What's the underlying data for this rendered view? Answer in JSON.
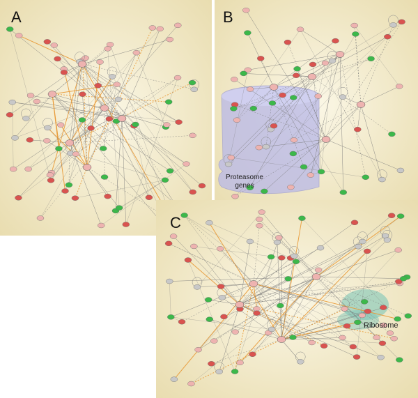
{
  "panels": [
    {
      "label": "A",
      "annotations": []
    },
    {
      "label": "B",
      "annotations": [
        "Proteasome",
        "genes"
      ]
    },
    {
      "label": "C",
      "annotations": [
        "Ribosome"
      ]
    }
  ],
  "colors": {
    "panel_bg_edge": "#e9ddb0",
    "panel_bg_center": "#fbf7e6",
    "node_red": "#d9534f",
    "node_pink": "#eeb3b0",
    "node_green": "#3cb84a",
    "node_grey": "#c8c8c8",
    "edge_grey": "#777777",
    "edge_orange": "#e8952e",
    "proteasome_fill": "#b8b8e8",
    "ribosome_fill": "#7fc6b8"
  }
}
